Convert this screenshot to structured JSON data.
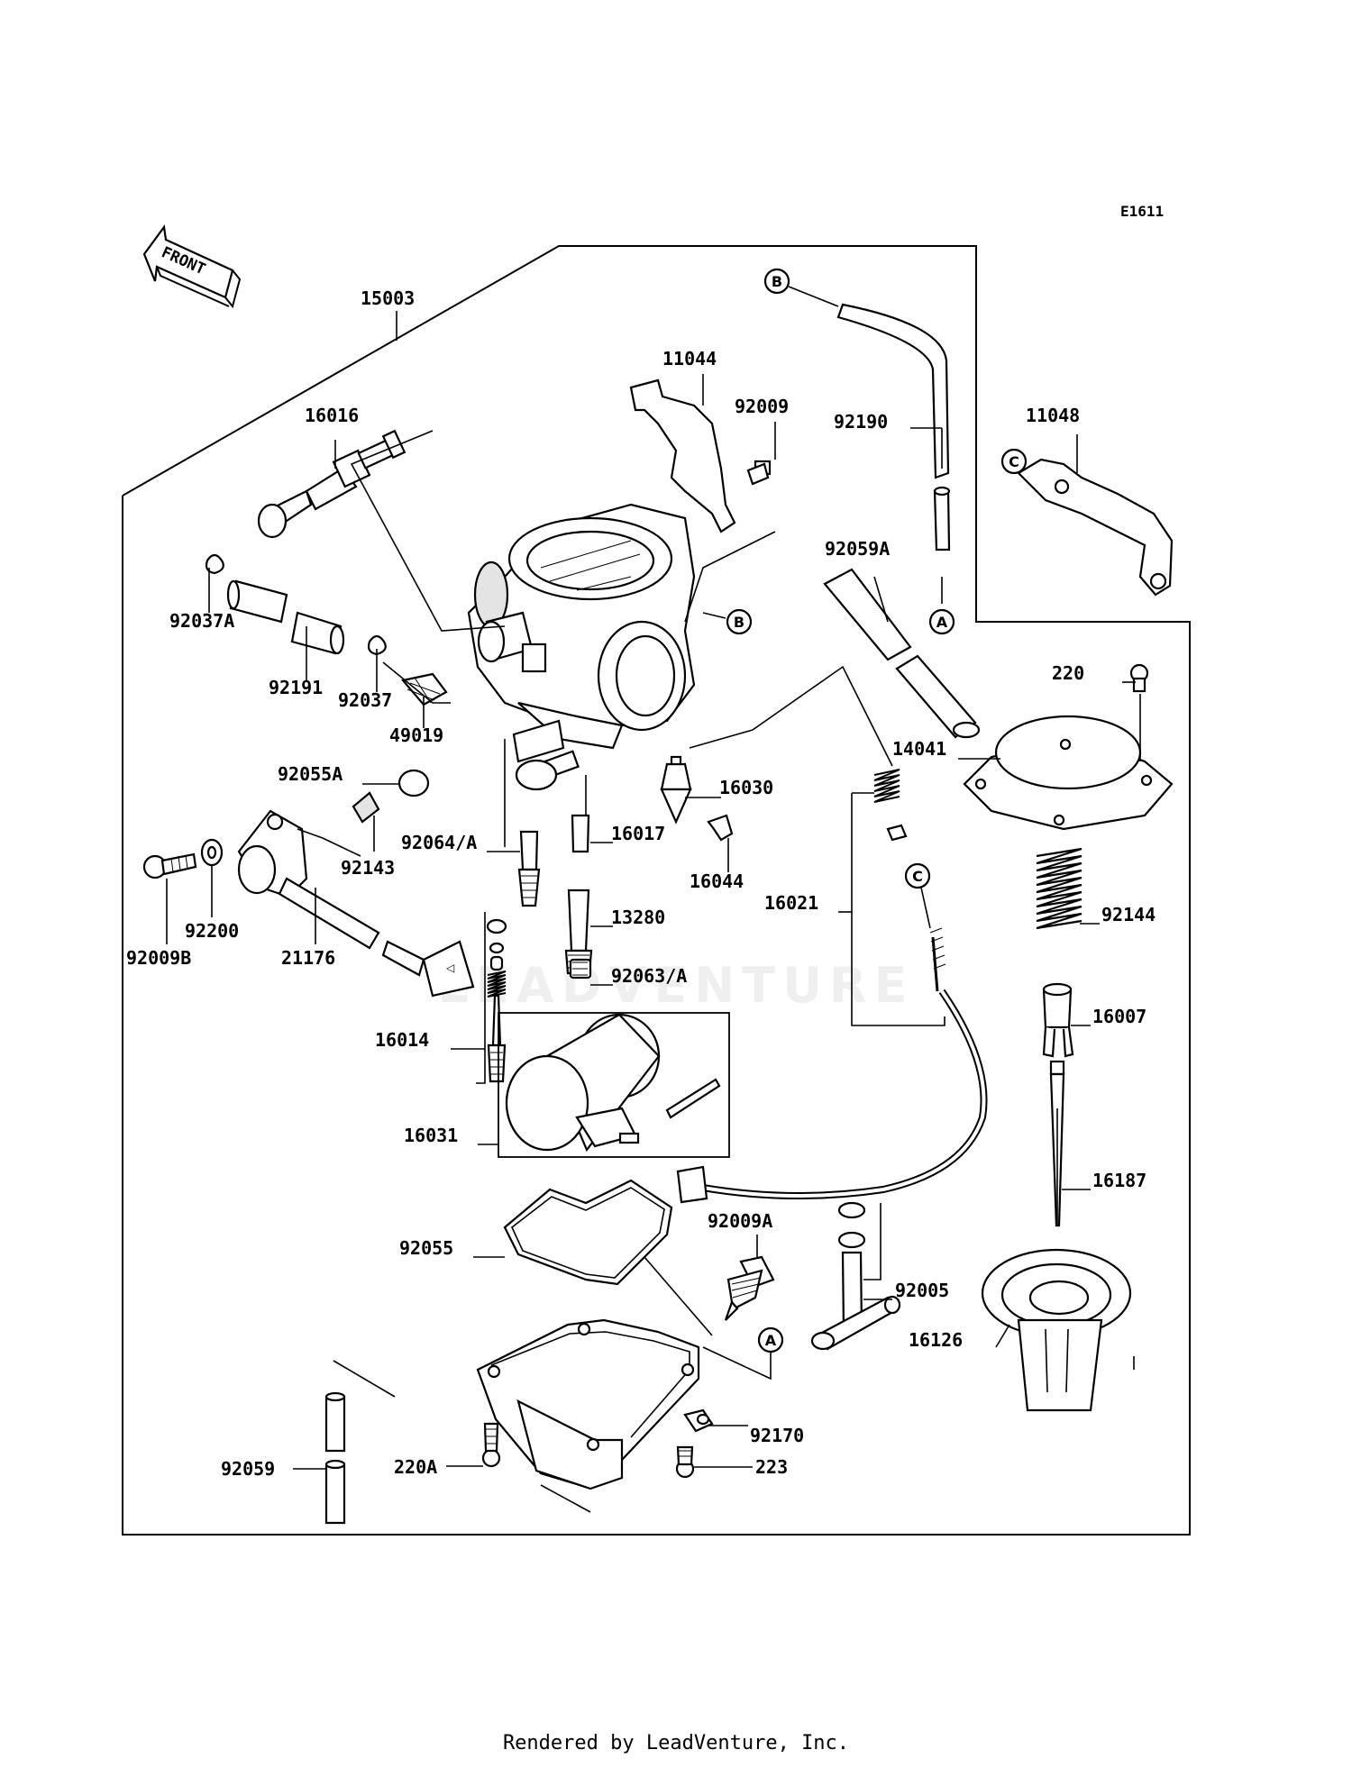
{
  "diagram": {
    "code": "E1611",
    "front_label": "FRONT",
    "watermark": "LEADVENTURE",
    "reference_markers": [
      "A",
      "B",
      "C"
    ],
    "parts": [
      {
        "number": "15003"
      },
      {
        "number": "16016"
      },
      {
        "number": "11044"
      },
      {
        "number": "92009"
      },
      {
        "number": "92190"
      },
      {
        "number": "11048"
      },
      {
        "number": "92037A"
      },
      {
        "number": "92191"
      },
      {
        "number": "92037"
      },
      {
        "number": "49019"
      },
      {
        "number": "92059A"
      },
      {
        "number": "220"
      },
      {
        "number": "14041"
      },
      {
        "number": "92055A"
      },
      {
        "number": "16030"
      },
      {
        "number": "92064/A"
      },
      {
        "number": "16017"
      },
      {
        "number": "92143"
      },
      {
        "number": "16044"
      },
      {
        "number": "16021"
      },
      {
        "number": "92144"
      },
      {
        "number": "13280"
      },
      {
        "number": "92200"
      },
      {
        "number": "92009B"
      },
      {
        "number": "21176"
      },
      {
        "number": "92063/A"
      },
      {
        "number": "16007"
      },
      {
        "number": "16014"
      },
      {
        "number": "16031"
      },
      {
        "number": "16187"
      },
      {
        "number": "92055"
      },
      {
        "number": "92009A"
      },
      {
        "number": "92005"
      },
      {
        "number": "16126"
      },
      {
        "number": "92170"
      },
      {
        "number": "92059"
      },
      {
        "number": "220A"
      },
      {
        "number": "223"
      }
    ]
  },
  "footer": {
    "text": "Rendered by LeadVenture, Inc."
  }
}
